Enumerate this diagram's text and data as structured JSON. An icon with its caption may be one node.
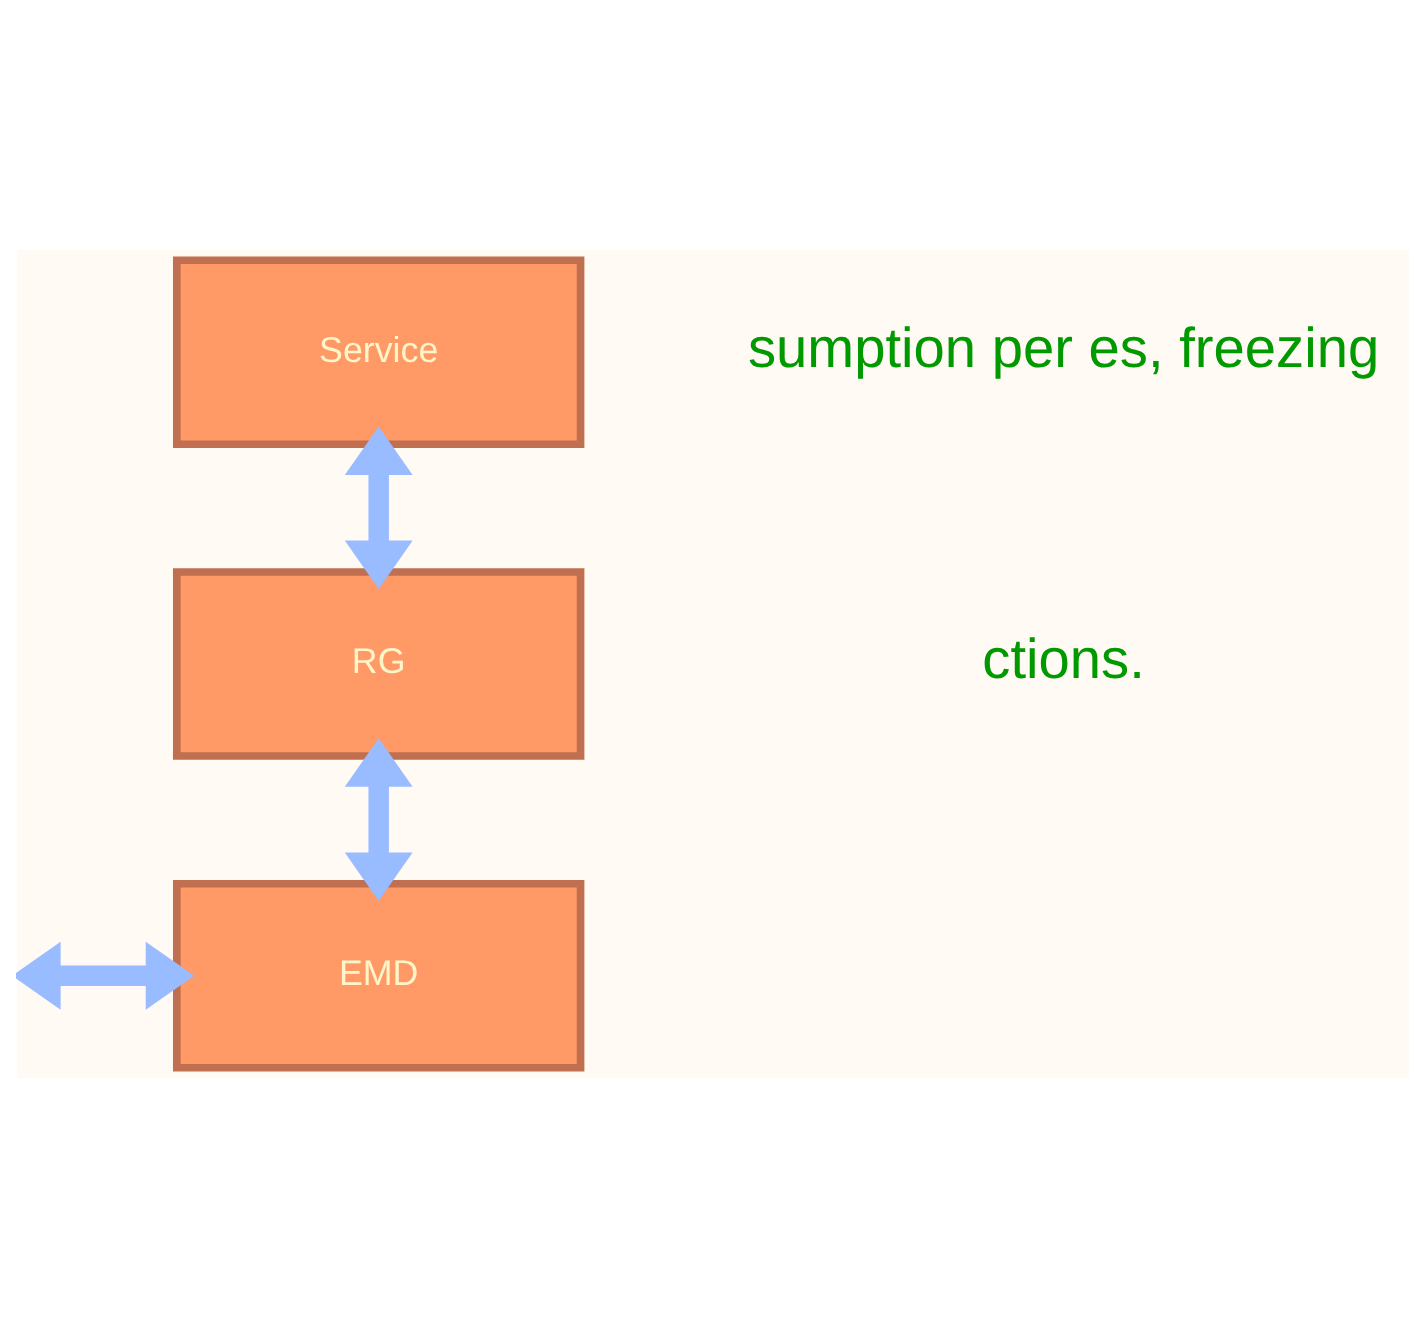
{
  "diagram": {
    "nodes": [
      {
        "text": [
          "Service"
        ]
      },
      {
        "text": [
          "RG"
        ]
      },
      {
        "text": [
          "EMD"
        ]
      }
    ],
    "edges": [
      {
        "from": 0,
        "to": 1,
        "arrow": "both"
      },
      {
        "from": 1,
        "to": 2,
        "arrow": "both"
      },
      {
        "from": null,
        "to": 2,
        "arrow": "both"
      }
    ],
    "labels": [
      "sumption per es, freezing",
      "ctions."
    ]
  }
}
